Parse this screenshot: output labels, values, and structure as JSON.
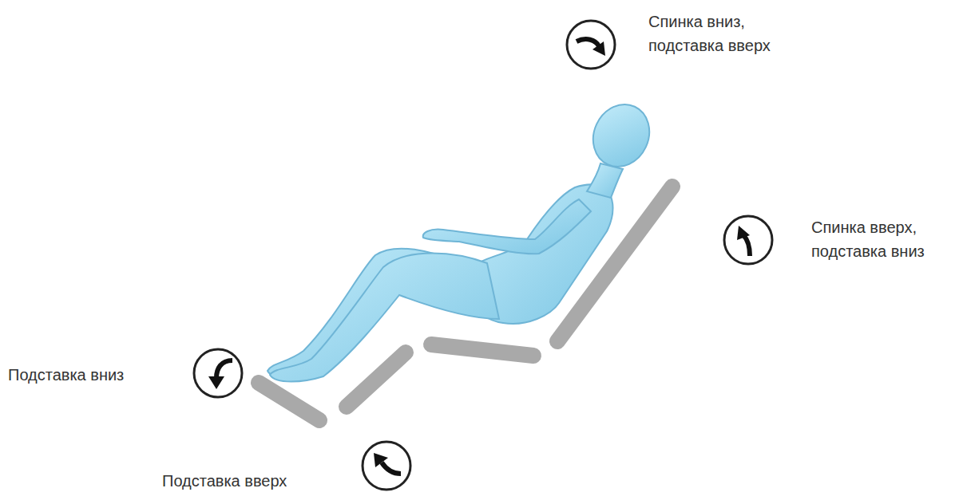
{
  "diagram": {
    "labels": [
      "Спинка вниз, подставка вверх",
      "Спинка вверх, подставка вниз",
      "Подставка вниз",
      "Подставка вверх"
    ]
  }
}
